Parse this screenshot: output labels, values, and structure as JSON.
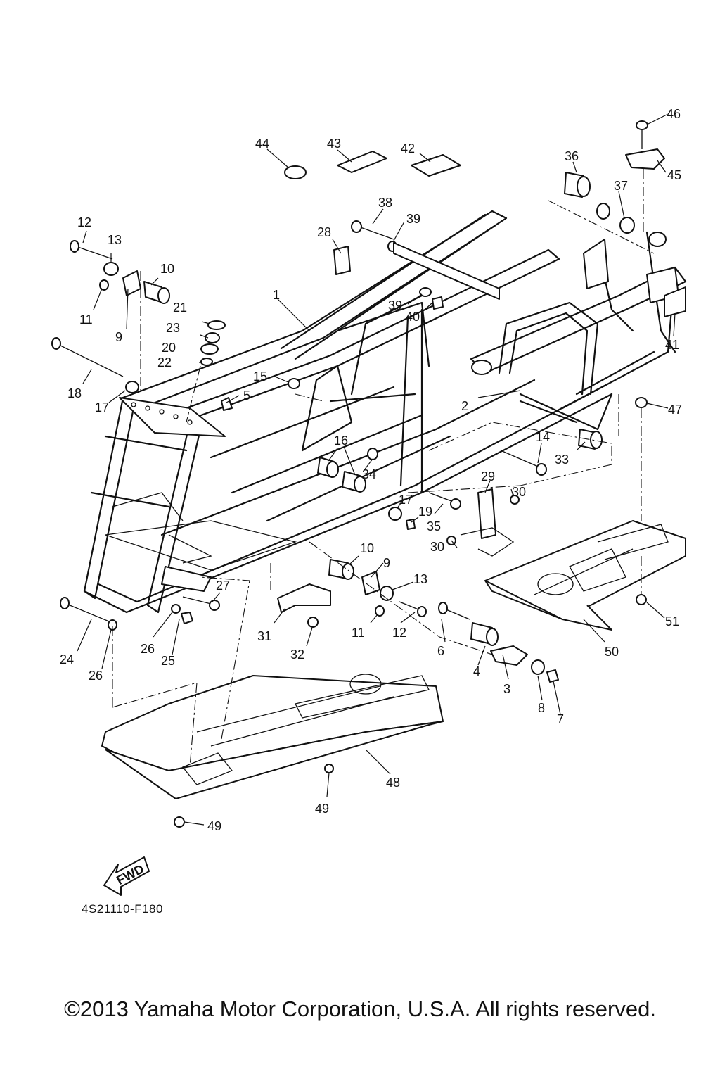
{
  "diagram": {
    "drawing_code": "4S21110-F180",
    "fwd_label": "FWD",
    "copyright": "©2013 Yamaha Motor Corporation, U.S.A. All rights reserved.",
    "callouts": [
      "1",
      "2",
      "3",
      "4",
      "5",
      "6",
      "7",
      "8",
      "9",
      "10",
      "11",
      "12",
      "13",
      "14",
      "15",
      "16",
      "17",
      "18",
      "19",
      "20",
      "21",
      "22",
      "23",
      "24",
      "25",
      "26",
      "27",
      "28",
      "29",
      "30",
      "31",
      "32",
      "33",
      "34",
      "35",
      "36",
      "37",
      "38",
      "39",
      "40",
      "41",
      "42",
      "43",
      "44",
      "45",
      "46",
      "47",
      "48",
      "49",
      "50",
      "51"
    ]
  }
}
